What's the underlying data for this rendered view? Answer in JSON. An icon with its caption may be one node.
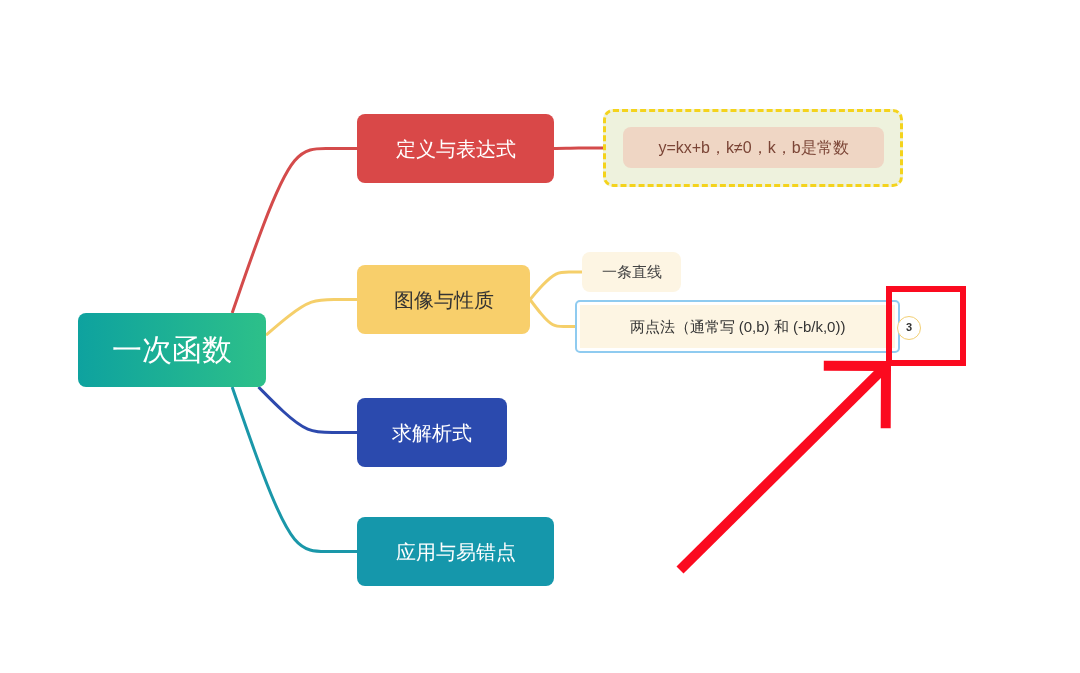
{
  "diagram": {
    "nodes": [
      {
        "text": [
          "一次函数"
        ]
      },
      {
        "text": [
          "定义与表达式"
        ]
      },
      {
        "text": [],
        "shape": "box"
      },
      {
        "text": [
          "y=kx+b，k≠0，k，b是常数"
        ],
        "in": 2
      },
      {
        "text": [
          "图像与性质"
        ]
      },
      {
        "text": [
          "一条直线"
        ]
      },
      {
        "text": [
          "两点法（通常写 (0,b) 和 (-b/k,0))"
        ]
      },
      {
        "text": [],
        "shape": "box"
      },
      {
        "text": [
          "3"
        ],
        "in": 7
      },
      {
        "text": [
          "求解析式"
        ]
      },
      {
        "text": [
          "应用与易错点"
        ]
      }
    ],
    "edges": [
      {
        "from": 0,
        "to": 1,
        "arrow": "none",
        "color": "#d44b4b"
      },
      {
        "from": 1,
        "to": 2,
        "arrow": "none",
        "color": "#d44b4b"
      },
      {
        "from": 0,
        "to": 4,
        "arrow": "none",
        "color": "#f5cf6a"
      },
      {
        "from": 4,
        "to": 5,
        "arrow": "none",
        "color": "#f5cf6a"
      },
      {
        "from": 4,
        "to": 6,
        "arrow": "none",
        "color": "#f5cf6a"
      },
      {
        "from": 0,
        "to": 9,
        "arrow": "none",
        "color": "#2d49ad"
      },
      {
        "from": 0,
        "to": 10,
        "arrow": "none",
        "color": "#1a97a9"
      },
      {
        "from": null,
        "to": 7,
        "arrow": "to",
        "style": "thick",
        "color": "#fb0a1f"
      }
    ]
  }
}
